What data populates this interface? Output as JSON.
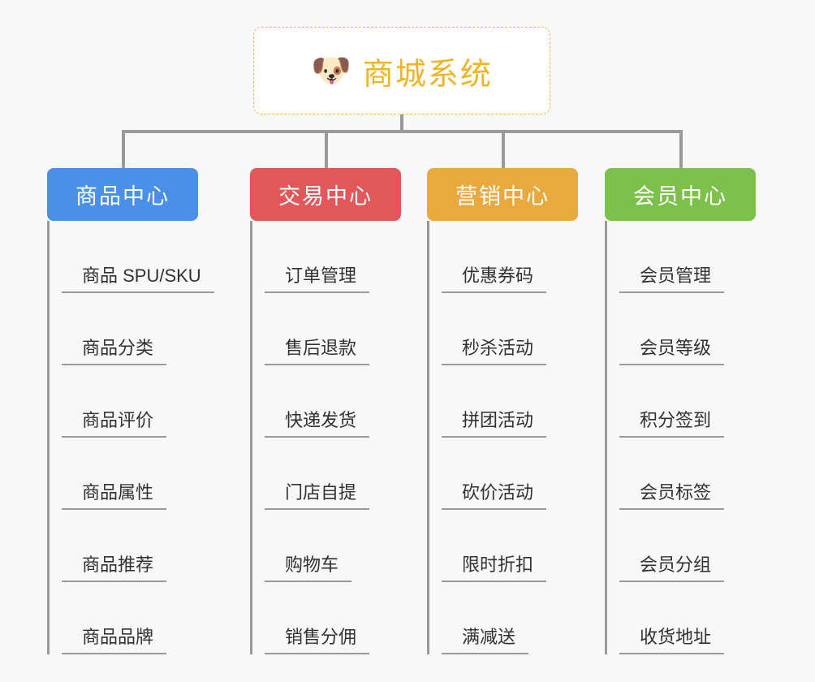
{
  "canvas": {
    "background": "#f8f8f8",
    "connector_color": "#9a9a9a"
  },
  "root": {
    "title": "商城系统",
    "icon": "dog-face-icon",
    "icon_glyph": "🐶",
    "text_color": "#f0b429",
    "border_color": "#f0b850",
    "background": "#ffffff"
  },
  "columns": [
    {
      "id": "product-center",
      "label": "商品中心",
      "color": "#4a90e8",
      "items": [
        "商品 SPU/SKU",
        "商品分类",
        "商品评价",
        "商品属性",
        "商品推荐",
        "商品品牌"
      ]
    },
    {
      "id": "trade-center",
      "label": "交易中心",
      "color": "#e2575a",
      "items": [
        "订单管理",
        "售后退款",
        "快递发货",
        "门店自提",
        "购物车",
        "销售分佣"
      ]
    },
    {
      "id": "marketing-center",
      "label": "营销中心",
      "color": "#eaa93f",
      "items": [
        "优惠券码",
        "秒杀活动",
        "拼团活动",
        "砍价活动",
        "限时折扣",
        "满减送"
      ]
    },
    {
      "id": "member-center",
      "label": "会员中心",
      "color": "#7cc24a",
      "items": [
        "会员管理",
        "会员等级",
        "积分签到",
        "会员标签",
        "会员分组",
        "收货地址"
      ]
    }
  ]
}
